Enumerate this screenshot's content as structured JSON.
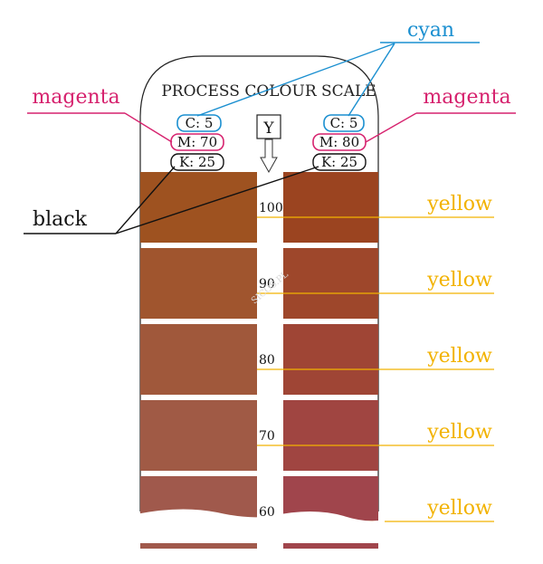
{
  "card": {
    "title": "PROCESS COLOUR SCALE",
    "arrow_label": "Y",
    "left_values": {
      "c": "C: 5",
      "m": "M: 70",
      "k": "K: 25"
    },
    "right_values": {
      "c": "C: 5",
      "m": "M: 80",
      "k": "K: 25"
    },
    "scale_steps": [
      "100",
      "90",
      "80",
      "70",
      "60"
    ],
    "left_swatches": [
      "#9e5220",
      "#a0552e",
      "#a0583b",
      "#a05a45",
      "#a0594c"
    ],
    "right_swatches": [
      "#9b4420",
      "#9e472b",
      "#9f4535",
      "#a04541",
      "#a0454c"
    ]
  },
  "callouts": {
    "cyan": "cyan",
    "magenta_left": "magenta",
    "magenta_right": "magenta",
    "black": "black",
    "yellow": [
      "yellow",
      "yellow",
      "yellow",
      "yellow",
      "yellow"
    ]
  },
  "watermark": "SICOS.PL",
  "colors": {
    "cyan": "#1a8fd0",
    "magenta": "#d6226e",
    "yellow": "#f2b200",
    "black": "#000000"
  }
}
